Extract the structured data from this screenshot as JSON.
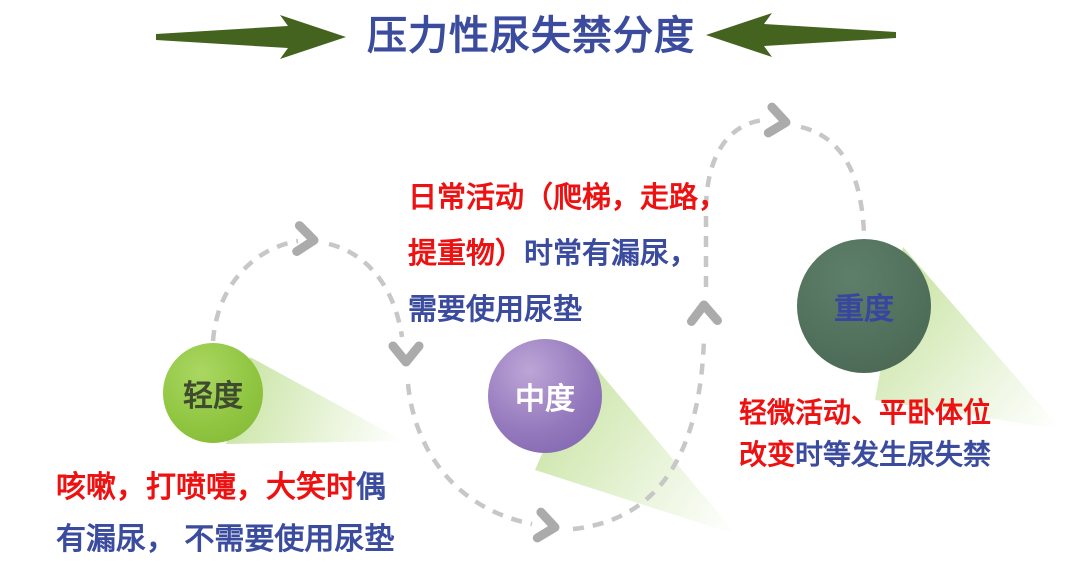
{
  "title": "压力性尿失禁分度",
  "stages": [
    {
      "id": "mild",
      "label": "轻度"
    },
    {
      "id": "moderate",
      "label": "中度"
    },
    {
      "id": "severe",
      "label": "重度"
    }
  ],
  "notes": {
    "moderate": {
      "line1_red": "日常活动（爬梯，走路，",
      "line2_red": "提重物）",
      "line2_blue": "时常有漏尿，",
      "line3_blue": "需要使用尿垫"
    },
    "mild": {
      "line1_red": "咳嗽，打喷嚏，大笑时",
      "line1_blue": "偶",
      "line2_blue": "有漏尿， 不需要使用尿垫"
    },
    "severe": {
      "line1_red": "轻微活动、平卧体位",
      "line2_red": "改变",
      "line2_blue": "时等发生尿失禁"
    }
  },
  "colors": {
    "title_blue": "#3B4C9F",
    "note_red": "#EE1111",
    "note_blue": "#3B4C9F",
    "header_arrow_green": "#44631F",
    "mild_circle_green": "#8EC43F",
    "mild_label_dark": "#3F4B2F",
    "moderate_circle_purple": "#9579BD",
    "severe_circle_green": "#50705C",
    "severe_label_blue": "#3946A0",
    "path_gray": "#C7C7C7",
    "chevron_gray": "#ABABAB",
    "beam_green": "#8DC63F"
  }
}
